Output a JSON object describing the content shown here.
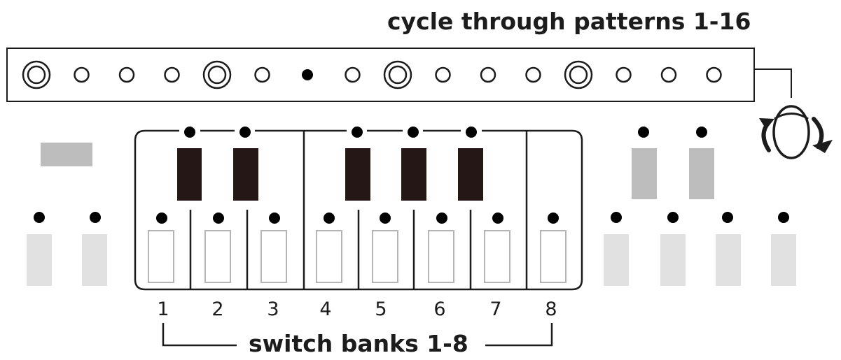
{
  "captions": {
    "top": "cycle through patterns 1-16",
    "bottom": "switch banks 1-8"
  },
  "bank_numbers": [
    "1",
    "2",
    "3",
    "4",
    "5",
    "6",
    "7",
    "8"
  ],
  "pattern_leds": {
    "count": 16,
    "states": [
      "bright",
      "off",
      "off",
      "off",
      "bright",
      "off",
      "lit",
      "off",
      "bright",
      "off",
      "off",
      "off",
      "bright",
      "off",
      "off",
      "off"
    ]
  },
  "colors": {
    "outline": "#1c1c1c",
    "black_key": "#251715",
    "dim_key": "#bdbdbd",
    "faded_key": "#e1e1e1",
    "white_key_outline": "#b5b5b5",
    "led": "#000000"
  },
  "icons": {
    "knob": "rotate-knob-icon"
  }
}
